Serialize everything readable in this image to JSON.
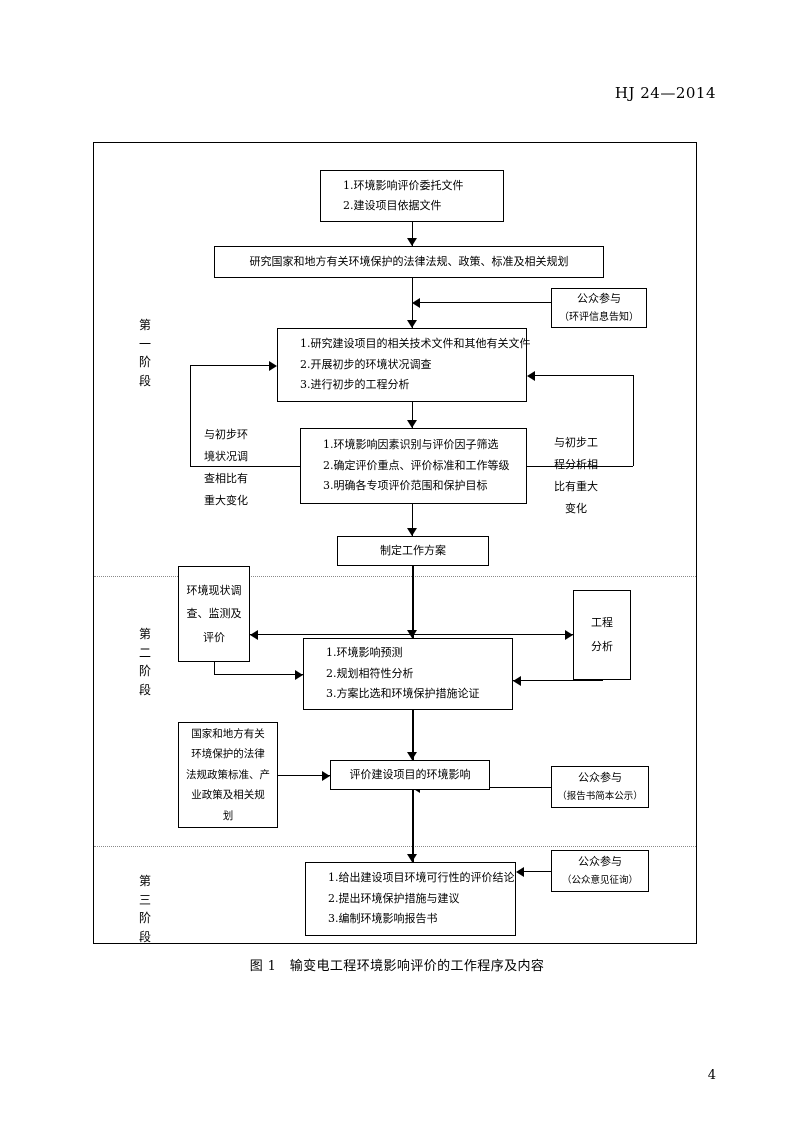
{
  "document": {
    "header_code": "HJ 24—2014",
    "page_number": "4",
    "caption": "图 1　输变电工程环境影响评价的工作程序及内容"
  },
  "stages": [
    {
      "id": "stage-1",
      "lines": [
        "第",
        "一",
        "阶",
        "段"
      ]
    },
    {
      "id": "stage-2",
      "lines": [
        "第",
        "二",
        "阶",
        "段"
      ]
    },
    {
      "id": "stage-3",
      "lines": [
        "第",
        "三",
        "阶",
        "段"
      ]
    }
  ],
  "boxes": {
    "entrust_docs": {
      "lines": [
        "1.环境影响评价委托文件",
        "2.建设项目依据文件"
      ]
    },
    "study_laws": {
      "lines": [
        "研究国家和地方有关环境保护的法律法规、政策、标准及相关规划"
      ]
    },
    "public_notice": {
      "lines": [
        "公众参与",
        "（环评信息告知）"
      ]
    },
    "preliminary_work": {
      "lines": [
        "1.研究建设项目的相关技术文件和其他有关文件",
        "2.开展初步的环境状况调查",
        "3.进行初步的工程分析"
      ]
    },
    "factor_identify": {
      "lines": [
        "1.环境影响因素识别与评价因子筛选",
        "2.确定评价重点、评价标准和工作等级",
        "3.明确各专项评价范围和保护目标"
      ]
    },
    "work_plan": {
      "lines": [
        "制定工作方案"
      ]
    },
    "env_status_survey": {
      "lines": [
        "环境现状调",
        "查、监测及",
        "评价"
      ]
    },
    "engineering_analysis": {
      "lines": [
        "工程",
        "分析"
      ]
    },
    "impact_prediction": {
      "lines": [
        "1.环境影响预测",
        "2.规划相符性分析",
        "3.方案比选和环境保护措施论证"
      ]
    },
    "laws_policies": {
      "lines": [
        "国家和地方有关",
        "环境保护的法律",
        "法规政策标准、产",
        "业政策及相关规",
        "划"
      ]
    },
    "evaluate_impact": {
      "lines": [
        "评价建设项目的环境影响"
      ]
    },
    "public_report_brief": {
      "lines": [
        "公众参与",
        "（报告书简本公示）"
      ]
    },
    "conclusions": {
      "lines": [
        "1.给出建设项目环境可行性的评价结论",
        "2.提出环境保护措施与建议",
        "3.编制环境影响报告书"
      ]
    },
    "public_opinion": {
      "lines": [
        "公众参与",
        "（公众意见征询）"
      ]
    }
  },
  "side_notes": {
    "left_loop": {
      "lines": [
        "与初步环",
        "境状况调",
        "查相比有",
        "重大变化"
      ]
    },
    "right_loop": {
      "lines": [
        "与初步工",
        "程分析相",
        "比有重大",
        "变化"
      ]
    }
  }
}
